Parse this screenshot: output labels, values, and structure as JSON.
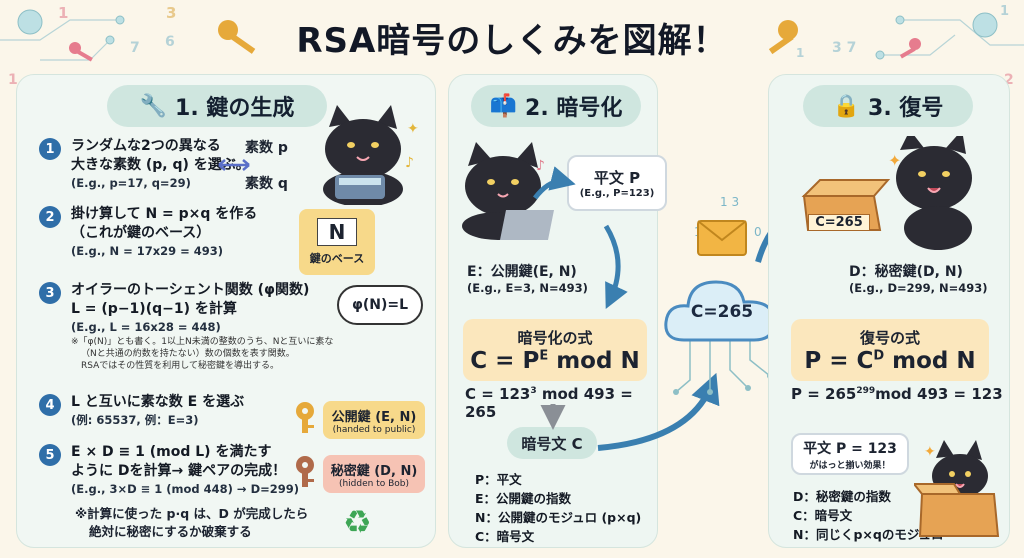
{
  "title": "RSA暗号のしくみを図解！",
  "section1": {
    "heading": "1. 鍵の生成",
    "steps": [
      {
        "num": "1",
        "line1": "ランダムな2つの異なる",
        "line2": "大きな素数 (p, q) を選ぶ。",
        "ex": "(E.g., p=17, q=29)"
      },
      {
        "num": "2",
        "line1": "掛け算して N = p×q を作る",
        "line2": "（これが鍵のベース）",
        "ex": "(E.g., N = 17x29 = 493)"
      },
      {
        "num": "3",
        "line1": "オイラーのトーシェント関数 (φ関数)",
        "line2": "L = (p−1)(q−1) を計算",
        "ex": "(E.g., L = 16x28 = 448)"
      },
      {
        "num": "4",
        "line1": "L と互いに素な数 E を選ぶ",
        "line2": "",
        "ex": "(例: 65537, 例：E=3)"
      },
      {
        "num": "5",
        "line1": "E × D ≡ 1 (mod L) を満たす",
        "line2": "ように Dを計算→ 鍵ペアの完成！",
        "ex": "(E.g., 3×D ≡ 1 (mod 448) → D=299)"
      }
    ],
    "phi_note_1": "※「φ(N)」とも書く。1以上N未満の整数のうち、Nと互いに素な",
    "phi_note_2": "（Nと共通の約数を持たない）数の個数を表す関数。",
    "phi_note_3": "RSAではその性質を利用して秘密鍵を導出する。",
    "prime_p": "素数 p",
    "prime_q": "素数 q",
    "n_card": "N",
    "n_card_label": "鍵のベース",
    "phi_bubble": "φ(N)=L",
    "public_key_tag": "公開鍵 (E, N)",
    "public_key_sub": "(handed to public)",
    "private_key_tag": "秘密鍵 (D, N)",
    "private_key_sub": "(hidden to Bob)",
    "warning_1": "※計算に使った p·q は、D が完成したら",
    "warning_2": "絶対に秘密にするか破棄する"
  },
  "section2": {
    "heading": "2. 暗号化",
    "plaintext_title": "平文 P",
    "plaintext_ex": "(E.g., P=123)",
    "key_label": "E：公開鍵(E, N)",
    "key_ex": "(E.g., E=3, N=493)",
    "formula_title": "暗号化の式",
    "formula_base": "C = P",
    "formula_sup": "E",
    "formula_tail": " mod N",
    "calc_base": "C = 123",
    "calc_sup": "3",
    "calc_tail": " mod 493 = 265",
    "cipher_label": "暗号文 C",
    "legend": [
      "P：平文",
      "E：公開鍵の指数",
      "N：公開鍵のモジュロ (p×q)",
      "C：暗号文"
    ]
  },
  "middle": {
    "cloud_text": "C=265"
  },
  "section3": {
    "heading": "3. 復号",
    "box_text": "C=265",
    "key_label": "D：秘密鍵(D, N)",
    "key_ex": "(E.g., D=299, N=493)",
    "formula_title": "復号の式",
    "formula_base": "P = C",
    "formula_sup": "D",
    "formula_tail": " mod N",
    "calc_base": "P = 265",
    "calc_sup": "299",
    "calc_tail": "mod 493 = 123",
    "result": "平文 P = 123",
    "result_sub": "がはっと揃い効果！",
    "legend": [
      "D：秘密鍵の指数",
      "C：暗号文",
      "N：同じくp×qのモジュロ"
    ]
  },
  "colors": {
    "accent_blue": "#2f6ea8",
    "formula_bg": "#fbe7bd",
    "public_tag": "#f7d98a",
    "private_tag": "#f6c3b4",
    "arrow": "#3a7fb0",
    "arrow_red": "#e8607a"
  }
}
